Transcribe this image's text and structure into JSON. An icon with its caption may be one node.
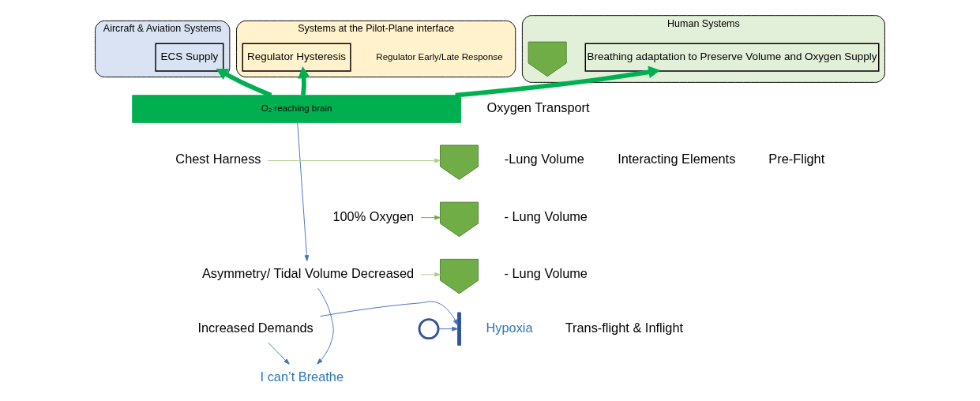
{
  "diagram": {
    "nodes": [
      {
        "text": [
          "Aircraft & Aviation Systems"
        ]
      },
      {
        "text": [
          "ECS Supply"
        ],
        "in": 0
      },
      {
        "text": [
          "Systems at the Pilot-Plane interface"
        ]
      },
      {
        "text": [
          "Regulator Early/Late Response"
        ],
        "in": 2
      },
      {
        "text": [
          "Regulator Hysteresis"
        ],
        "in": 2
      },
      {
        "text": [
          "Human Systems"
        ]
      },
      {
        "text": [
          "Breathing adaptation to Preserve Volume and Oxygen Supply"
        ],
        "in": 5
      },
      {
        "text": [],
        "shape": "arrow",
        "in": 5
      },
      {
        "text": [
          "O₂ reaching brain"
        ]
      },
      {
        "text": [
          "Chest Harness"
        ]
      },
      {
        "text": [],
        "shape": "arrow",
        "beside": [
          "-Lung Volume"
        ]
      },
      {
        "text": [
          "100% Oxygen"
        ]
      },
      {
        "text": [],
        "shape": "arrow",
        "beside": [
          "- Lung Volume"
        ]
      },
      {
        "text": [
          "Asymmetry/ Tidal Volume Decreased"
        ]
      },
      {
        "text": [],
        "shape": "arrow",
        "beside": [
          "- Lung Volume"
        ]
      },
      {
        "text": [
          "Increased Demands"
        ]
      },
      {
        "text": [],
        "shape": "circle"
      },
      {
        "text": [],
        "shape": "bar",
        "beside": [
          "Hypoxia"
        ]
      },
      {
        "text": [
          "I can’t Breathe"
        ]
      }
    ],
    "edges": [
      {
        "from": 8,
        "to": 1,
        "arrow": "to",
        "style": "thick",
        "color": "#00b050"
      },
      {
        "from": 8,
        "to": 4,
        "arrow": "to",
        "style": "thick",
        "color": "#00b050"
      },
      {
        "from": 8,
        "to": 6,
        "arrow": "to",
        "style": "thick",
        "color": "#00b050"
      },
      {
        "from": 8,
        "to": 13,
        "arrow": "to"
      },
      {
        "from": 9,
        "to": 10,
        "arrow": "to",
        "color": "#a9d18e"
      },
      {
        "from": 11,
        "to": 12,
        "arrow": "to",
        "color": "#70ad47"
      },
      {
        "from": 13,
        "to": 14,
        "arrow": "to",
        "color": "#a9d18e"
      },
      {
        "from": 13,
        "to": 18,
        "arrow": "to"
      },
      {
        "from": 15,
        "to": 18,
        "arrow": "to"
      },
      {
        "from": 15,
        "to": 17,
        "arrow": "to"
      },
      {
        "from": 16,
        "to": 17,
        "arrow": "to"
      }
    ],
    "labels": [
      "Oxygen Transport",
      "Interacting Elements",
      "Pre-Flight",
      "Trans-flight & Inflight"
    ]
  }
}
